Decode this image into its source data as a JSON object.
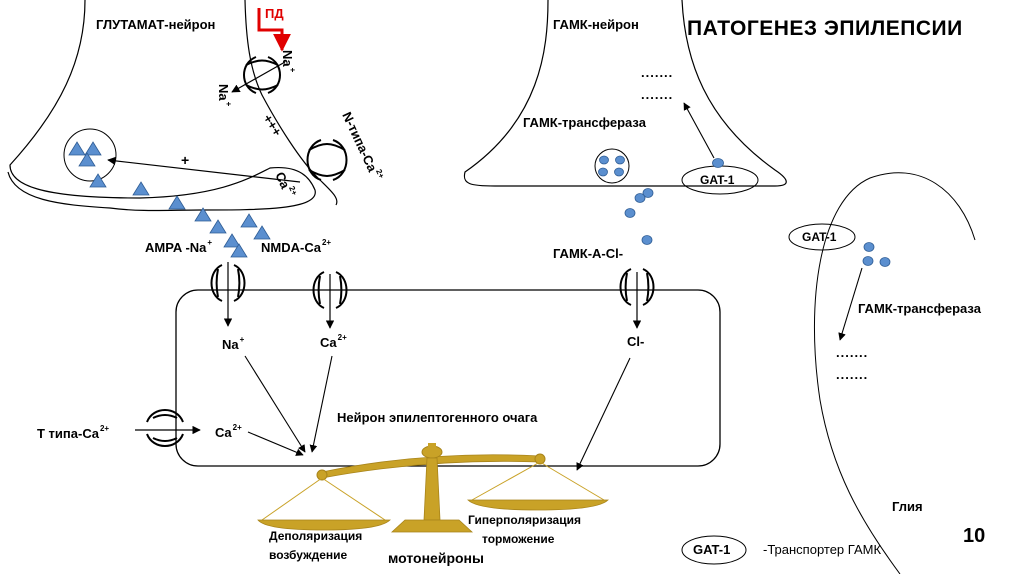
{
  "title": "ПАТОГЕНЕЗ ЭПИЛЕПСИИ",
  "page_number": "10",
  "glutamate": {
    "neuron_label": "ГЛУТАМАТ-нейрон",
    "pd_label": "ПД",
    "na_top": "Na",
    "na_bottom": "Na",
    "na_charge": "+",
    "plus_plus": "+++",
    "n_type_ca": "N-типа-Ca",
    "n_type_charge": "2+",
    "ca": "Ca",
    "ca_charge": "2+",
    "plus": "+"
  },
  "gaba": {
    "neuron_label": "ГАМК-нейрон",
    "dots1": ".......",
    "dots2": ".......",
    "transferase": "ГАМК-трансфераза",
    "gat1": "GAT-1",
    "receptor": "ГАМК-А-Cl-"
  },
  "postsynaptic": {
    "ampa": "AMPA -Na",
    "ampa_charge": "+",
    "nmda": "NMDA-Ca",
    "nmda_charge": "2+",
    "na_in": "Na",
    "na_in_charge": "+",
    "ca_in": "Ca",
    "ca_in_charge": "2+",
    "cl_in": "Cl-",
    "t_type": "Т типа-Ca",
    "t_type_charge": "2+",
    "t_ca": "Ca",
    "t_ca_charge": "2+",
    "focus_neuron": "Нейрон эпилептогенного очага"
  },
  "scale": {
    "left_line1": "Деполяризация",
    "left_line2": "возбуждение",
    "right_line1": "Гиперполяризация",
    "right_line2": "торможение",
    "bottom": "мотонейроны"
  },
  "glia": {
    "gat1": "GAT-1",
    "transferase": "ГАМК-трансфераза",
    "dots1": ".......",
    "dots2": ".......",
    "label": "Глия"
  },
  "legend": {
    "gat1": "GAT-1",
    "text": "-Транспортер ГАМК"
  },
  "colors": {
    "vesicle": "#5b8fcf",
    "vesicle_stroke": "#2f5d95",
    "scale_gold": "#c9a227",
    "scale_gold_dark": "#a8841a",
    "action_potential": "#e00000"
  }
}
